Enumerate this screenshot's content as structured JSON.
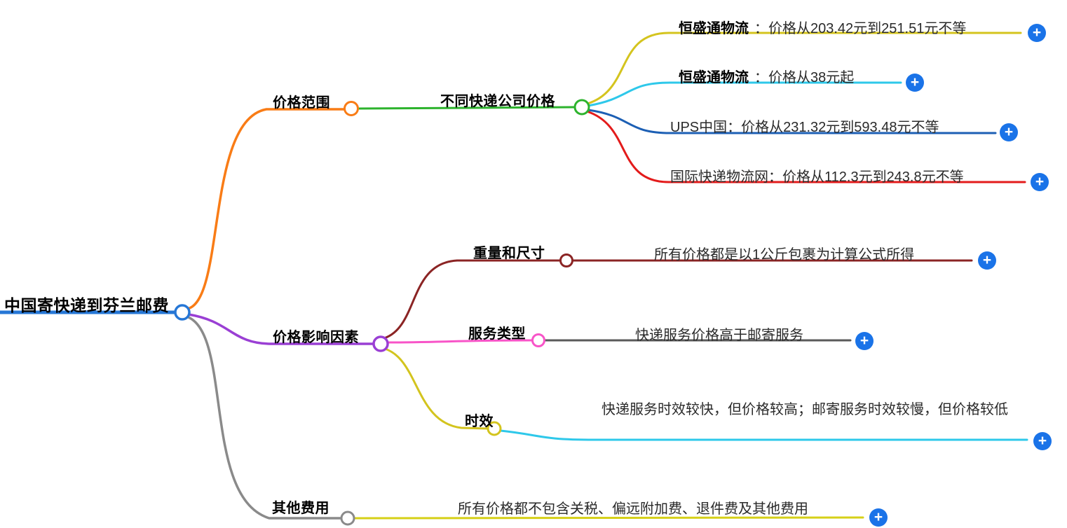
{
  "mindmap": {
    "root": {
      "label": "中国寄快递到芬兰邮费"
    },
    "branches": [
      {
        "label": "价格范围",
        "children": [
          {
            "label": "不同快递公司价格",
            "leaves": [
              {
                "bold_label": "恒盛通物流",
                "text": "：价格从203.42元到251.51元不等"
              },
              {
                "bold_label": "恒盛通物流",
                "text": "：价格从38元起"
              },
              {
                "bold_label": "",
                "text": "UPS中国：价格从231.32元到593.48元不等"
              },
              {
                "bold_label": "",
                "text": "国际快递物流网：价格从112.3元到243.8元不等"
              }
            ]
          }
        ]
      },
      {
        "label": "价格影响因素",
        "children": [
          {
            "label": "重量和尺寸",
            "leaves": [
              {
                "bold_label": "",
                "text": "所有价格都是以1公斤包裹为计算公式所得"
              }
            ]
          },
          {
            "label": "服务类型",
            "leaves": [
              {
                "bold_label": "",
                "text": "快递服务价格高于邮寄服务"
              }
            ]
          },
          {
            "label": "时效",
            "leaves": [
              {
                "bold_label": "",
                "text": "快递服务时效较快，但价格较高；邮寄服务时效较慢，但价格较低"
              }
            ]
          }
        ]
      },
      {
        "label": "其他费用",
        "children": [
          {
            "label": "",
            "leaves": [
              {
                "bold_label": "",
                "text": "所有价格都不包含关税、偏远附加费、退件费及其他费用"
              }
            ]
          }
        ]
      }
    ],
    "expand_icon": "+"
  },
  "colors": {
    "root_line": "#2677d6",
    "branch_price_range": "#f97c16",
    "company_prices": "#2db32d",
    "leaf_hengshengtong1": "#d4c41e",
    "leaf_hengshengtong2": "#2ec8ea",
    "leaf_ups": "#1c5fb4",
    "leaf_intl": "#e31b1b",
    "branch_factors": "#9a3fd4",
    "weight_size": "#8b2424",
    "service_type": "#f854c8",
    "service_leaf_line": "#5a5a5a",
    "timeliness": "#d3c41e",
    "timeliness_leaf_line": "#2ec8ea",
    "branch_other": "#8a8a8a",
    "other_leaf_line": "#d6d018",
    "expand_button": "#1a73e8"
  }
}
